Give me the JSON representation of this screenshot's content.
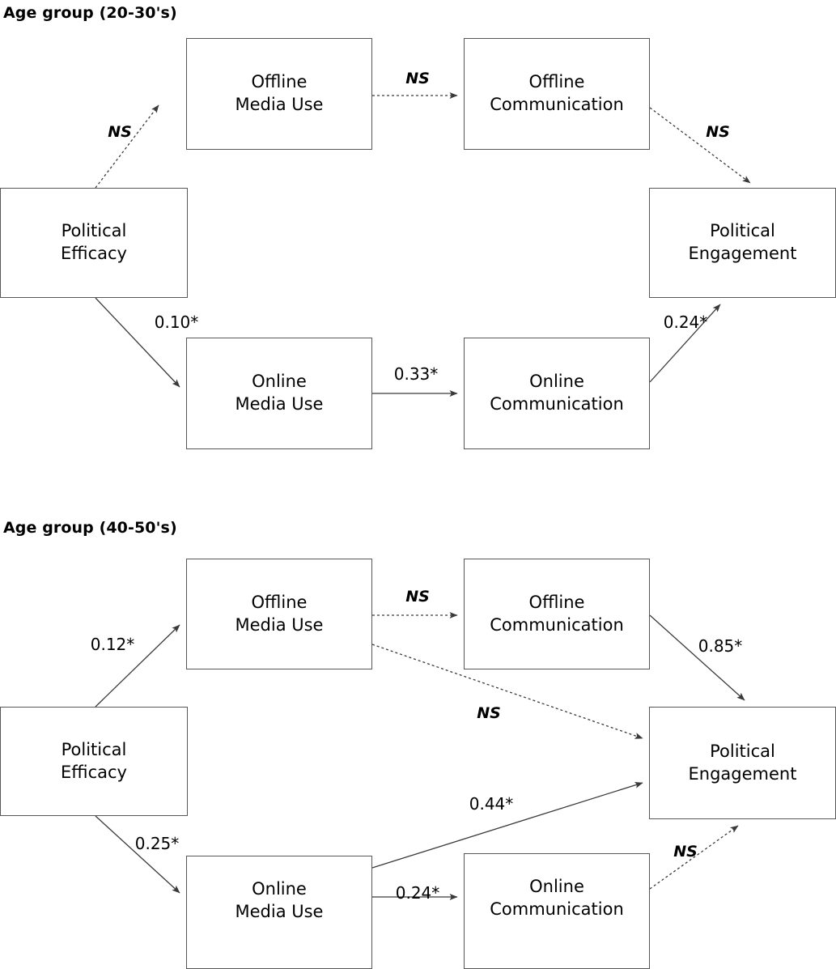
{
  "figure": {
    "type": "path-diagram",
    "stroke_color": "#575757",
    "text_color": "#000000",
    "background": "#ffffff"
  },
  "panels": [
    {
      "id": "young",
      "title": "Age group (20-30's)",
      "nodes": [
        {
          "id": "efficacy",
          "label": "Political\nEfficacy"
        },
        {
          "id": "offmedia",
          "label": "Offline\nMedia Use"
        },
        {
          "id": "offcomm",
          "label": "Offline\nCommunication"
        },
        {
          "id": "onmedia",
          "label": "Online\nMedia Use"
        },
        {
          "id": "oncomm",
          "label": "Online\nCommunication"
        },
        {
          "id": "engagement",
          "label": "Political\nEngagement"
        }
      ],
      "edges": [
        {
          "from": "efficacy",
          "to": "offmedia",
          "label": "NS",
          "significant": false
        },
        {
          "from": "offmedia",
          "to": "offcomm",
          "label": "NS",
          "significant": false
        },
        {
          "from": "offcomm",
          "to": "engagement",
          "label": "NS",
          "significant": false
        },
        {
          "from": "efficacy",
          "to": "onmedia",
          "label": "0.10*",
          "significant": true
        },
        {
          "from": "onmedia",
          "to": "oncomm",
          "label": "0.33*",
          "significant": true
        },
        {
          "from": "oncomm",
          "to": "engagement",
          "label": "0.24*",
          "significant": true
        }
      ]
    },
    {
      "id": "older",
      "title": "Age group (40-50's)",
      "nodes": [
        {
          "id": "efficacy",
          "label": "Political\nEfficacy"
        },
        {
          "id": "offmedia",
          "label": "Offline\nMedia Use"
        },
        {
          "id": "offcomm",
          "label": "Offline\nCommunication"
        },
        {
          "id": "onmedia",
          "label": "Online\nMedia Use"
        },
        {
          "id": "oncomm",
          "label": "Online\nCommunication"
        },
        {
          "id": "engagement",
          "label": "Political\nEngagement"
        }
      ],
      "edges": [
        {
          "from": "efficacy",
          "to": "offmedia",
          "label": "0.12*",
          "significant": true
        },
        {
          "from": "offmedia",
          "to": "offcomm",
          "label": "NS",
          "significant": false
        },
        {
          "from": "offmedia",
          "to": "engagement",
          "label": "NS",
          "significant": false
        },
        {
          "from": "offcomm",
          "to": "engagement",
          "label": "0.85*",
          "significant": true
        },
        {
          "from": "efficacy",
          "to": "onmedia",
          "label": "0.25*",
          "significant": true
        },
        {
          "from": "onmedia",
          "to": "engagement",
          "label": "0.44*",
          "significant": true
        },
        {
          "from": "onmedia",
          "to": "oncomm",
          "label": "0.24*",
          "significant": true
        },
        {
          "from": "oncomm",
          "to": "engagement",
          "label": "NS",
          "significant": false
        }
      ]
    }
  ]
}
